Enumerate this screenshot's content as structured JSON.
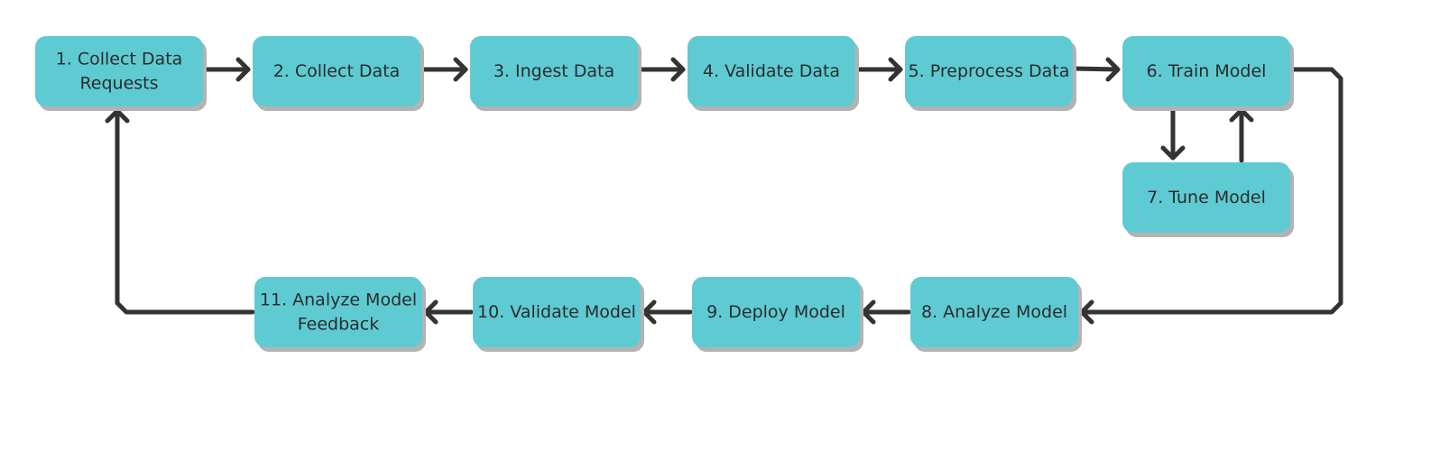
{
  "colors": {
    "node_fill": "#5ecbd3",
    "node_shadow": "#b3b3b3",
    "edge": "#333333",
    "text": "#2b2b2b"
  },
  "nodes": [
    {
      "id": "collect-data-requests",
      "lines": [
        "1. Collect Data",
        "Requests"
      ]
    },
    {
      "id": "collect-data",
      "lines": [
        "2. Collect Data"
      ]
    },
    {
      "id": "ingest-data",
      "lines": [
        "3. Ingest Data"
      ]
    },
    {
      "id": "validate-data",
      "lines": [
        "4. Validate Data"
      ]
    },
    {
      "id": "preprocess-data",
      "lines": [
        "5. Preprocess Data"
      ]
    },
    {
      "id": "train-model",
      "lines": [
        "6. Train Model"
      ]
    },
    {
      "id": "tune-model",
      "lines": [
        "7. Tune Model"
      ]
    },
    {
      "id": "analyze-model",
      "lines": [
        "8. Analyze Model"
      ]
    },
    {
      "id": "deploy-model",
      "lines": [
        "9. Deploy Model"
      ]
    },
    {
      "id": "validate-model",
      "lines": [
        "10. Validate Model"
      ]
    },
    {
      "id": "analyze-model-feedback",
      "lines": [
        "11. Analyze Model",
        "Feedback"
      ]
    }
  ],
  "edges": [
    {
      "from": "collect-data-requests",
      "to": "collect-data"
    },
    {
      "from": "collect-data",
      "to": "ingest-data"
    },
    {
      "from": "ingest-data",
      "to": "validate-data"
    },
    {
      "from": "validate-data",
      "to": "preprocess-data"
    },
    {
      "from": "preprocess-data",
      "to": "train-model"
    },
    {
      "from": "train-model",
      "to": "tune-model"
    },
    {
      "from": "tune-model",
      "to": "train-model"
    },
    {
      "from": "train-model",
      "to": "analyze-model"
    },
    {
      "from": "analyze-model",
      "to": "deploy-model"
    },
    {
      "from": "deploy-model",
      "to": "validate-model"
    },
    {
      "from": "validate-model",
      "to": "analyze-model-feedback"
    },
    {
      "from": "analyze-model-feedback",
      "to": "collect-data-requests"
    }
  ]
}
